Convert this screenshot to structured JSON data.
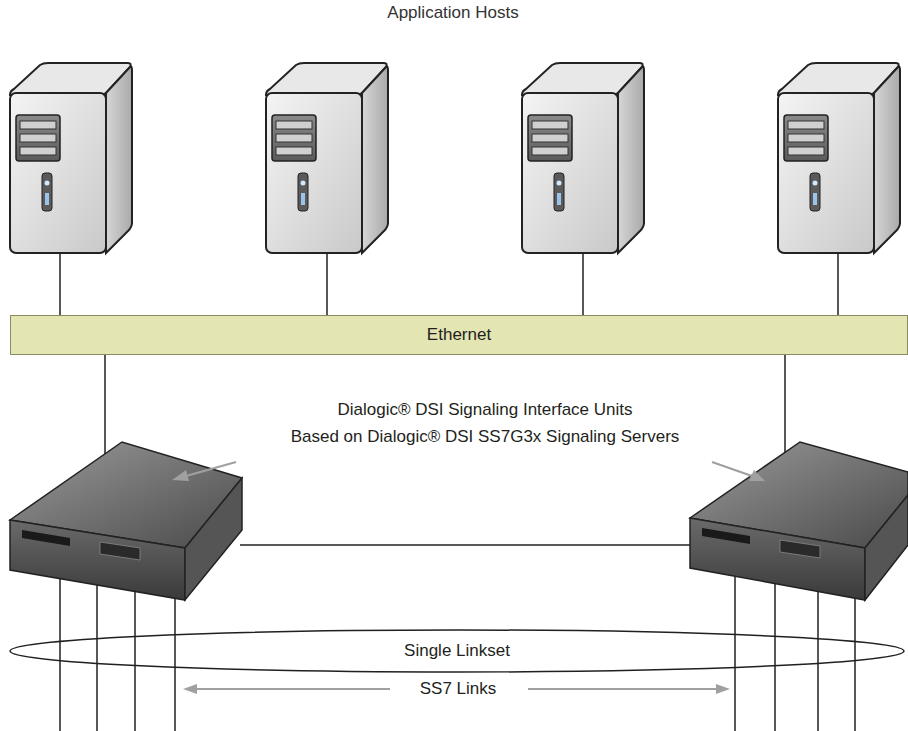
{
  "diagram": {
    "title": "Application Hosts",
    "nodes": [
      {
        "text": [
          "Ethernet"
        ]
      },
      {
        "text": [
          "Single Linkset"
        ]
      }
    ],
    "labels": [
      "Dialogic® DSI Signaling Interface Units",
      "Based on Dialogic® DSI SS7G3x Signaling Servers",
      "SS7 Links"
    ]
  }
}
